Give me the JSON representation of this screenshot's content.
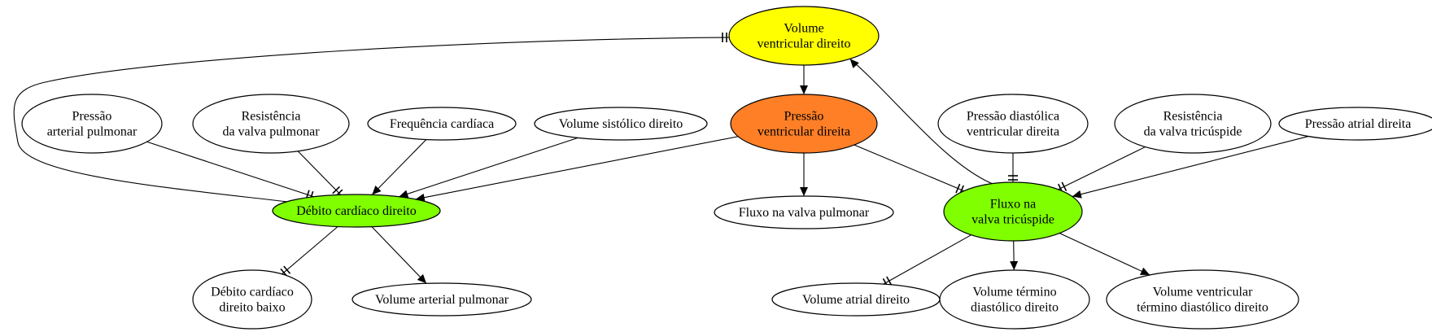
{
  "nodes": [
    {
      "id": "vvd",
      "lines": [
        "Volume",
        "ventricular direito"
      ],
      "color": "#ffff00"
    },
    {
      "id": "pvd",
      "lines": [
        "Pressão",
        "ventricular direita"
      ],
      "color": "#ff7f27"
    },
    {
      "id": "dcd",
      "lines": [
        "Débito cardíaco direito"
      ],
      "color": "#7fff00"
    },
    {
      "id": "fvt",
      "lines": [
        "Fluxo na",
        "valva tricúspide"
      ],
      "color": "#7fff00"
    },
    {
      "id": "pap",
      "lines": [
        "Pressão",
        "arterial pulmonar"
      ],
      "color": "#ffffff"
    },
    {
      "id": "rvp",
      "lines": [
        "Resistência",
        "da valva pulmonar"
      ],
      "color": "#ffffff"
    },
    {
      "id": "fc",
      "lines": [
        "Frequência cardíaca"
      ],
      "color": "#ffffff"
    },
    {
      "id": "vsd",
      "lines": [
        "Volume sistólico direito"
      ],
      "color": "#ffffff"
    },
    {
      "id": "pdvd",
      "lines": [
        "Pressão diastólica",
        "ventricular direita"
      ],
      "color": "#ffffff"
    },
    {
      "id": "rvt",
      "lines": [
        "Resistência",
        "da valva tricúspide"
      ],
      "color": "#ffffff"
    },
    {
      "id": "pad",
      "lines": [
        "Pressão atrial direita"
      ],
      "color": "#ffffff"
    },
    {
      "id": "fvp",
      "lines": [
        "Fluxo na valva pulmonar"
      ],
      "color": "#ffffff"
    },
    {
      "id": "dcdb",
      "lines": [
        "Débito cardíaco",
        "direito baixo"
      ],
      "color": "#ffffff"
    },
    {
      "id": "vap",
      "lines": [
        "Volume arterial pulmonar"
      ],
      "color": "#ffffff"
    },
    {
      "id": "vad",
      "lines": [
        "Volume atrial direito"
      ],
      "color": "#ffffff"
    },
    {
      "id": "vtdd",
      "lines": [
        "Volume término",
        "diastólico direito"
      ],
      "color": "#ffffff"
    },
    {
      "id": "vvtdd",
      "lines": [
        "Volume ventricular",
        "término diastólico direito"
      ],
      "color": "#ffffff"
    }
  ],
  "edges": [
    {
      "from": "vvd",
      "to": "pvd",
      "type": "arrow"
    },
    {
      "from": "pvd",
      "to": "fvp",
      "type": "arrow"
    },
    {
      "from": "pvd",
      "to": "dcd",
      "type": "arrow"
    },
    {
      "from": "pvd",
      "to": "fvt",
      "type": "inhibit"
    },
    {
      "from": "fvt",
      "to": "vvd",
      "type": "arrow"
    },
    {
      "from": "dcd",
      "to": "vvd",
      "type": "inhibit"
    },
    {
      "from": "pap",
      "to": "dcd",
      "type": "inhibit"
    },
    {
      "from": "rvp",
      "to": "dcd",
      "type": "inhibit"
    },
    {
      "from": "fc",
      "to": "dcd",
      "type": "arrow"
    },
    {
      "from": "vsd",
      "to": "dcd",
      "type": "arrow"
    },
    {
      "from": "dcd",
      "to": "dcdb",
      "type": "inhibit"
    },
    {
      "from": "dcd",
      "to": "vap",
      "type": "arrow"
    },
    {
      "from": "pdvd",
      "to": "fvt",
      "type": "inhibit"
    },
    {
      "from": "rvt",
      "to": "fvt",
      "type": "inhibit"
    },
    {
      "from": "pad",
      "to": "fvt",
      "type": "arrow"
    },
    {
      "from": "fvt",
      "to": "vad",
      "type": "inhibit"
    },
    {
      "from": "fvt",
      "to": "vtdd",
      "type": "arrow"
    },
    {
      "from": "fvt",
      "to": "vvtdd",
      "type": "arrow"
    }
  ]
}
